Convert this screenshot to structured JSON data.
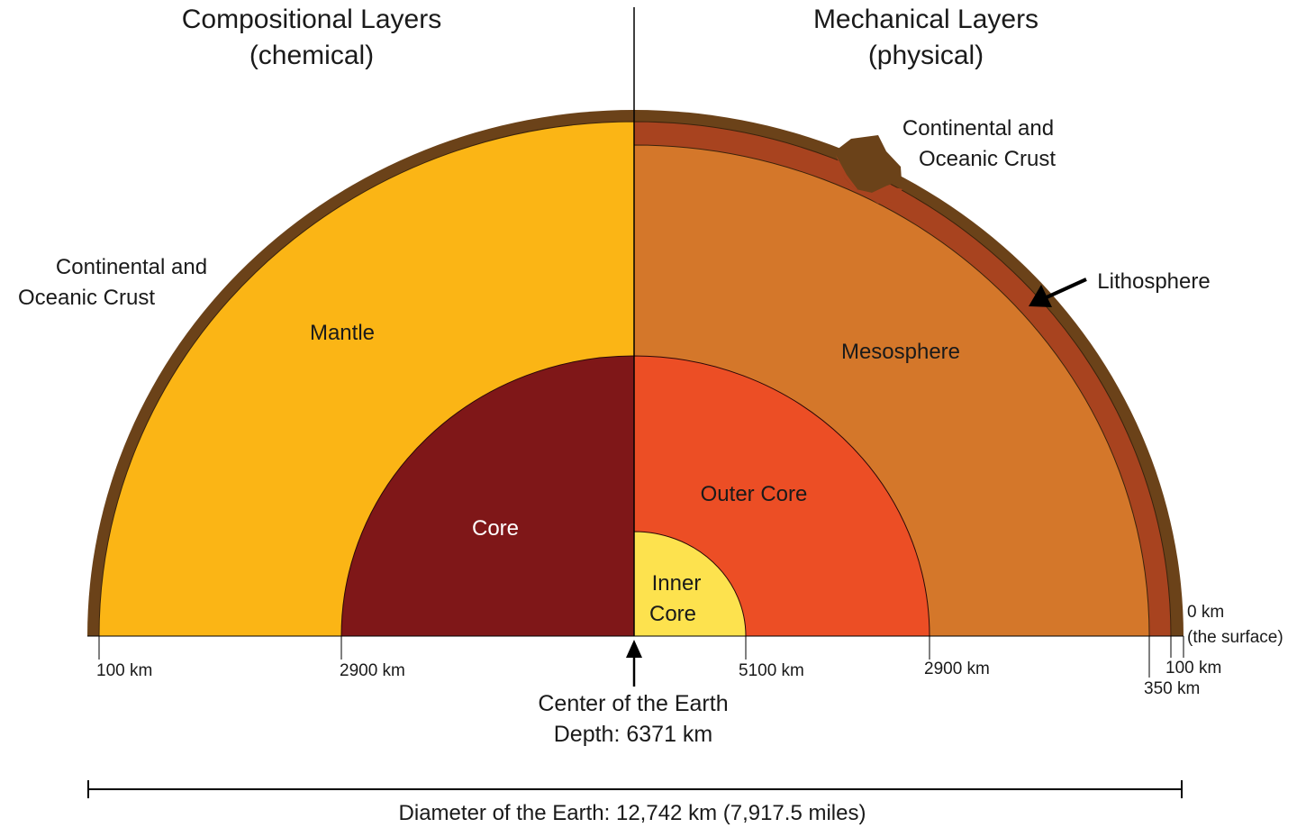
{
  "left_panel": {
    "title_line1": "Compositional Layers",
    "title_line2": "(chemical)",
    "crust_label_line1": "Continental and",
    "crust_label_line2": "Oceanic Crust",
    "mantle_label": "Mantle",
    "core_label": "Core",
    "depth_100": "100 km",
    "depth_2900": "2900 km"
  },
  "right_panel": {
    "title_line1": "Mechanical Layers",
    "title_line2": "(physical)",
    "crust_label_line1": "Continental and",
    "crust_label_line2": "Oceanic Crust",
    "lithosphere_label": "Lithosphere",
    "mesosphere_label": "Mesosphere",
    "outer_core_label": "Outer Core",
    "inner_core_line1": "Inner",
    "inner_core_line2": "Core",
    "depth_0": "0 km",
    "depth_0_note": "(the surface)",
    "depth_100": "100 km",
    "depth_350": "350 km",
    "depth_2900": "2900 km",
    "depth_5100": "5100 km"
  },
  "center": {
    "line1": "Center of the Earth",
    "line2": "Depth: 6371 km"
  },
  "diameter_label": "Diameter of the Earth: 12,742 km (7,917.5 miles)",
  "colors": {
    "crust": "#6b4219",
    "mantle": "#fbb515",
    "core": "#7f1718",
    "lithosphere": "#a8431f",
    "mesosphere": "#d4772a",
    "outer_core": "#ec4e25",
    "inner_core": "#fde24e"
  }
}
